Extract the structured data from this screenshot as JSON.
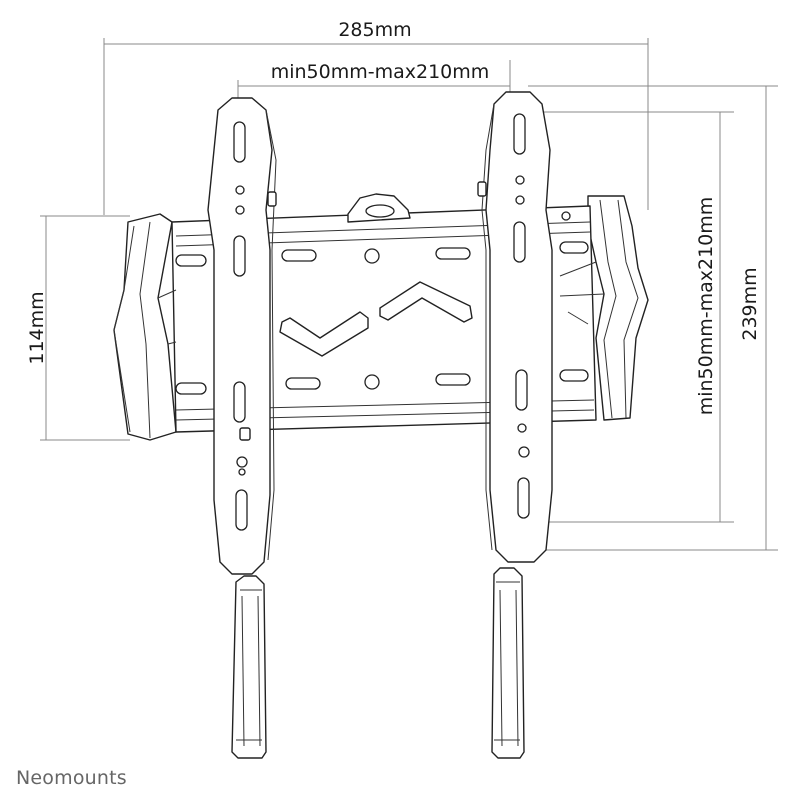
{
  "dimensions": {
    "overall_width": "285mm",
    "vesa_horizontal": "min50mm-max210mm",
    "wall_plate_height": "114mm",
    "vesa_vertical": "min50mm-max210mm",
    "overall_height": "239mm"
  },
  "brand": "Neomounts",
  "colors": {
    "line": "#222222",
    "dimension_line": "#888888",
    "text": "#1a1a1a",
    "brand": "#666666"
  }
}
